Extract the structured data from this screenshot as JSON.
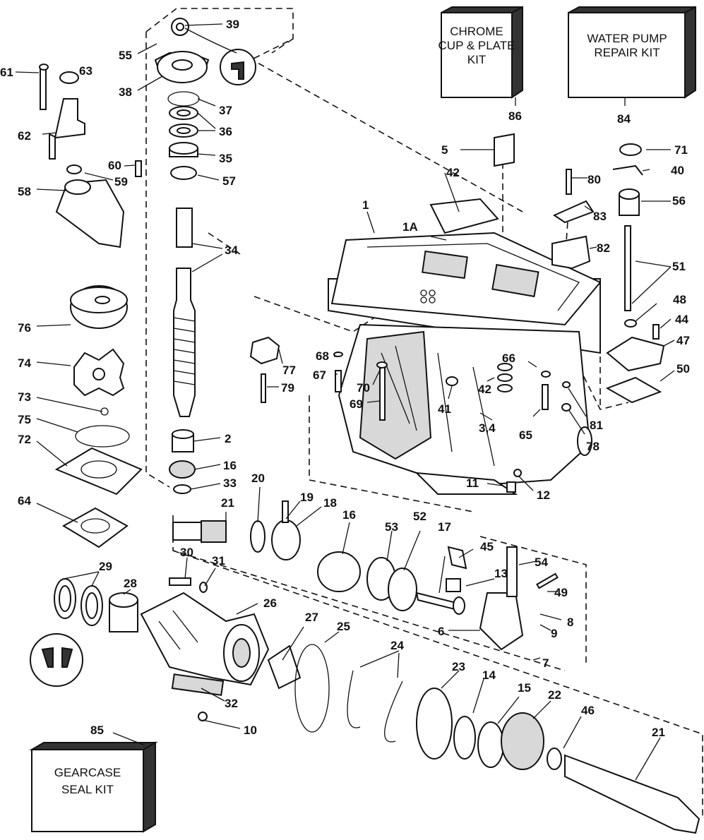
{
  "kits": {
    "chrome_cup_plate": {
      "line1": "CHROME",
      "line2": "CUP & PLATE",
      "line3": "KIT",
      "number": "86"
    },
    "water_pump": {
      "line1": "WATER PUMP",
      "line2": "REPAIR KIT",
      "number": "84"
    },
    "gearcase_seal": {
      "line1": "GEARCASE",
      "line2": "SEAL KIT",
      "number": "85"
    }
  },
  "callouts": {
    "c1": "1",
    "c1A": "1A",
    "c2": "2",
    "c34": "3,4",
    "c5": "5",
    "c6": "6",
    "c7": "7",
    "c8": "8",
    "c9": "9",
    "c10": "10",
    "c11": "11",
    "c12": "12",
    "c13": "13",
    "c14": "14",
    "c15": "15",
    "c16a": "16",
    "c16b": "16",
    "c17": "17",
    "c18": "18",
    "c19": "19",
    "c20": "20",
    "c21a": "21",
    "c21b": "21",
    "c22": "22",
    "c23": "23",
    "c24": "24",
    "c25": "25",
    "c26": "26",
    "c27": "27",
    "c28": "28",
    "c29": "29",
    "c30": "30",
    "c31": "31",
    "c32": "32",
    "c33": "33",
    "c34b": "34",
    "c35": "35",
    "c36": "36",
    "c37": "37",
    "c38": "38",
    "c39": "39",
    "c40": "40",
    "c41": "41",
    "c42a": "42",
    "c42b": "42",
    "c44": "44",
    "c45": "45",
    "c46": "46",
    "c47": "47",
    "c48": "48",
    "c49": "49",
    "c50": "50",
    "c51": "51",
    "c52": "52",
    "c53": "53",
    "c54": "54",
    "c55": "55",
    "c56": "56",
    "c57": "57",
    "c58": "58",
    "c59": "59",
    "c60": "60",
    "c61": "61",
    "c62": "62",
    "c63": "63",
    "c64": "64",
    "c65": "65",
    "c66": "66",
    "c67": "67",
    "c68": "68",
    "c69": "69",
    "c70": "70",
    "c71": "71",
    "c72": "72",
    "c73": "73",
    "c74": "74",
    "c75": "75",
    "c76": "76",
    "c77": "77",
    "c78": "78",
    "c79": "79",
    "c80": "80",
    "c81": "81",
    "c82": "82",
    "c83": "83"
  }
}
